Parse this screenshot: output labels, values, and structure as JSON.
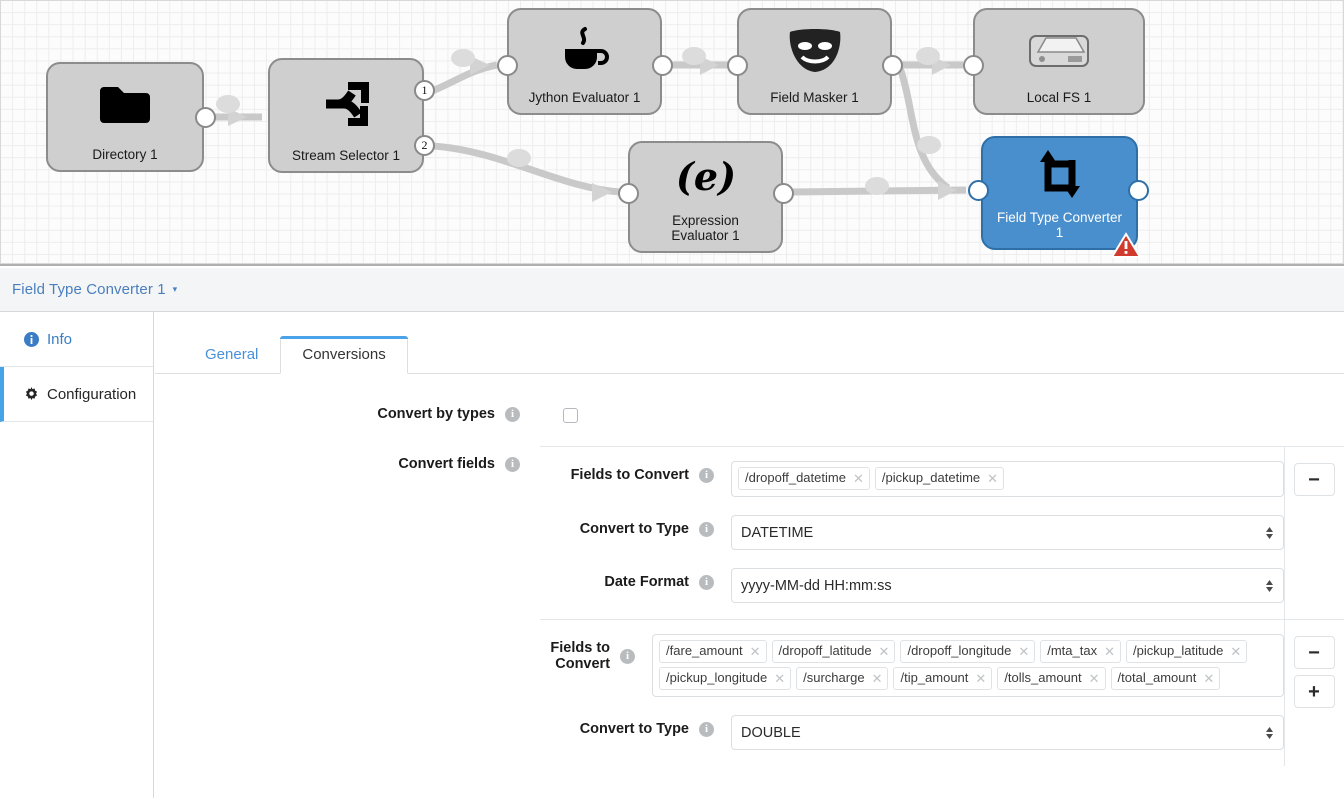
{
  "canvas": {
    "nodes": [
      {
        "id": "directory",
        "label": "Directory 1",
        "icon": "folder-icon",
        "selected": false
      },
      {
        "id": "stream-selector",
        "label": "Stream Selector 1",
        "icon": "stream-selector-icon",
        "selected": false
      },
      {
        "id": "jython-evaluator",
        "label": "Jython Evaluator 1",
        "icon": "coffee-cup-icon",
        "selected": false
      },
      {
        "id": "field-masker",
        "label": "Field Masker 1",
        "icon": "theater-mask-icon",
        "selected": false
      },
      {
        "id": "local-fs",
        "label": "Local FS 1",
        "icon": "hard-drive-icon",
        "selected": false
      },
      {
        "id": "expression-evaluator",
        "label": "Expression\nEvaluator 1",
        "icon": "expression-e-icon",
        "selected": false
      },
      {
        "id": "field-type-converter",
        "label": "Field Type Converter\n1",
        "icon": "type-converter-icon",
        "selected": true
      }
    ],
    "output_port_labels": [
      "1",
      "2"
    ],
    "error_badge": "warning-triangle-icon",
    "selected_color": "#4a8fcd",
    "node_color": "#cfcfcf"
  },
  "detail_header": {
    "title": "Field Type Converter 1",
    "caret": "▾"
  },
  "sidebar": {
    "items": [
      {
        "id": "info",
        "label": "Info",
        "icon": "info-circle-icon",
        "active": false
      },
      {
        "id": "configuration",
        "label": "Configuration",
        "icon": "gear-icon",
        "active": true
      }
    ]
  },
  "tabs": [
    {
      "id": "general",
      "label": "General",
      "active": false
    },
    {
      "id": "conversions",
      "label": "Conversions",
      "active": true
    }
  ],
  "form": {
    "convert_by_types": {
      "label": "Convert by types",
      "info": "i",
      "checked": false
    },
    "convert_fields": {
      "label": "Convert fields",
      "info": "i"
    },
    "labels": {
      "fields_to_convert": "Fields to Convert",
      "convert_to_type": "Convert to Type",
      "date_format": "Date Format"
    },
    "buttons": {
      "remove": "−",
      "add": "+"
    },
    "panels": [
      {
        "id": "panel-datetime",
        "fields_to_convert": [
          "/dropoff_datetime",
          "/pickup_datetime"
        ],
        "convert_to_type": "DATETIME",
        "date_format": "yyyy-MM-dd HH:mm:ss",
        "has_date_format": true,
        "buttons": [
          "remove"
        ]
      },
      {
        "id": "panel-double",
        "fields_to_convert": [
          "/fare_amount",
          "/dropoff_latitude",
          "/dropoff_longitude",
          "/mta_tax",
          "/pickup_latitude",
          "/pickup_longitude",
          "/surcharge",
          "/tip_amount",
          "/tolls_amount",
          "/total_amount"
        ],
        "convert_to_type": "DOUBLE",
        "has_date_format": false,
        "buttons": [
          "remove",
          "add"
        ]
      }
    ],
    "token_remove_glyph": "✕"
  }
}
